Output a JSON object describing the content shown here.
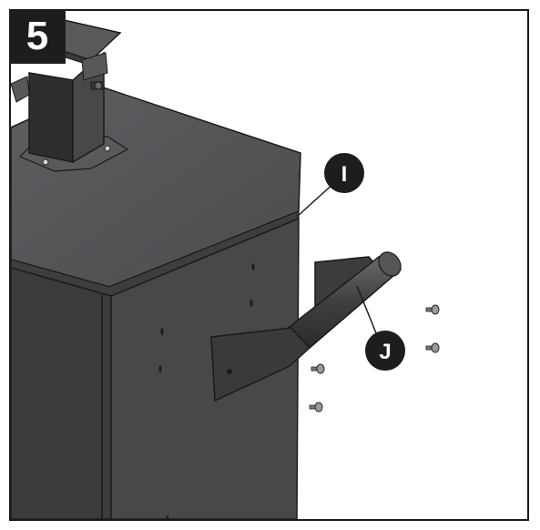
{
  "step": {
    "number": "5"
  },
  "callouts": [
    {
      "letter": "I",
      "part": "grill-body"
    },
    {
      "letter": "J",
      "part": "side-handle"
    }
  ],
  "colors": {
    "body_dark": "#3a3a3c",
    "body_mid": "#4a4a4d",
    "top_face": "#58585b",
    "badge": "#1d1d1d",
    "outline": "#1a1a1a"
  },
  "parts": {
    "screws_count": 4
  }
}
